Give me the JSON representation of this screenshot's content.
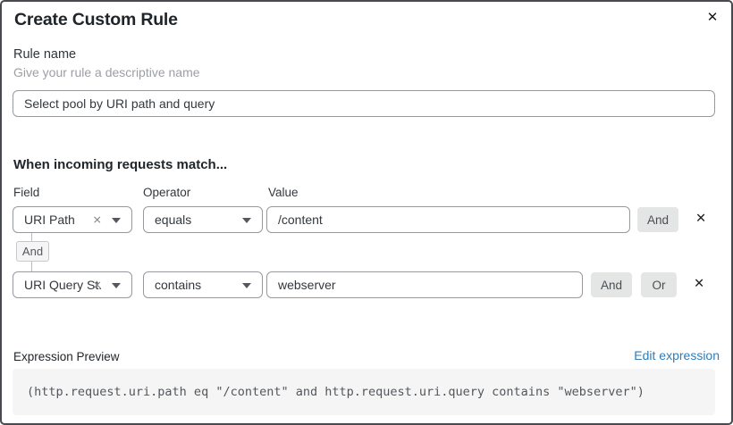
{
  "dialog": {
    "title": "Create Custom Rule",
    "close_icon": "✕"
  },
  "rule_name": {
    "label": "Rule name",
    "helper": "Give your rule a descriptive name",
    "value": "Select pool by URI path and query"
  },
  "matcher": {
    "heading": "When incoming requests match...",
    "columns": {
      "field": "Field",
      "operator": "Operator",
      "value": "Value"
    },
    "connector_label": "And",
    "rows": [
      {
        "field": "URI Path",
        "operator": "equals",
        "value": "/content",
        "and_label": "And",
        "remove_icon": "✕",
        "clear_icon": "×"
      },
      {
        "field": "URI Query St...",
        "operator": "contains",
        "value": "webserver",
        "and_label": "And",
        "or_label": "Or",
        "remove_icon": "✕",
        "clear_icon": "×"
      }
    ]
  },
  "expression": {
    "label": "Expression Preview",
    "edit_link": "Edit expression",
    "code": "(http.request.uri.path eq \"/content\" and http.request.uri.query contains \"webserver\")"
  },
  "colors": {
    "link_blue": "#2f7cb8",
    "button_gray_bg": "#e4e5e5",
    "code_box_bg": "#f5f5f6",
    "input_border": "#97999c",
    "dialog_border": "#474a4e"
  }
}
